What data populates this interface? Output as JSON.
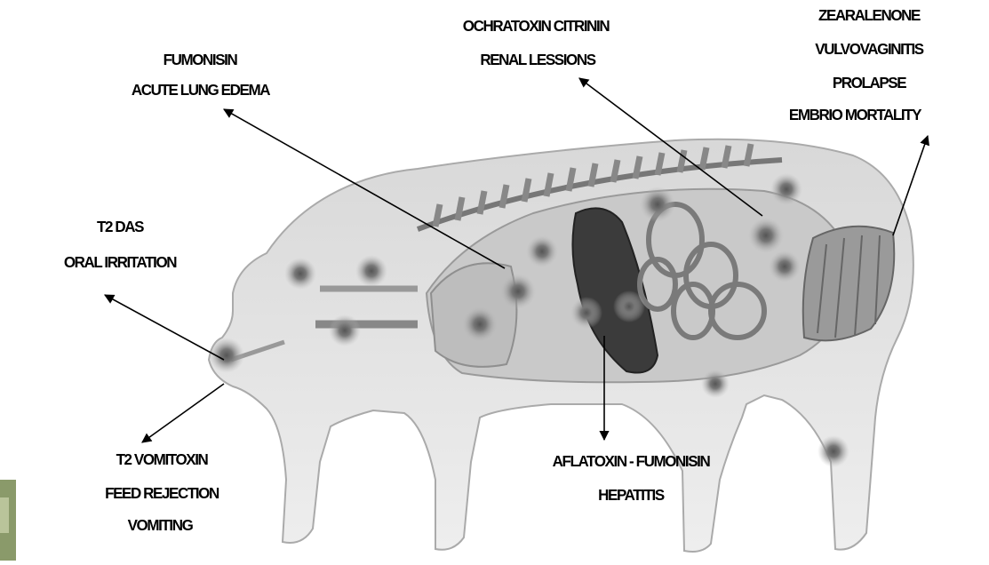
{
  "labels": {
    "fumonisin": {
      "title": "FUMONISIN",
      "effect": "ACUTE LUNG EDEMA"
    },
    "ochratoxin": {
      "title": "OCHRATOXIN     CITRININ",
      "effect": "RENAL LESSIONS"
    },
    "zearalenone": {
      "title": "ZEARALENONE",
      "effect1": "VULVOVAGINITIS",
      "effect2": "PROLAPSE",
      "effect3": "EMBRIO  MORTALITY"
    },
    "t2_das": {
      "title": "T2    DAS",
      "effect": "ORAL IRRITATION"
    },
    "t2_vomitoxin": {
      "title": "T2     VOMITOXIN",
      "effect1": "FEED REJECTION",
      "effect2": "VOMITING"
    },
    "aflatoxin": {
      "title": "AFLATOXIN - FUMONISIN",
      "effect": "HEPATITIS"
    }
  }
}
